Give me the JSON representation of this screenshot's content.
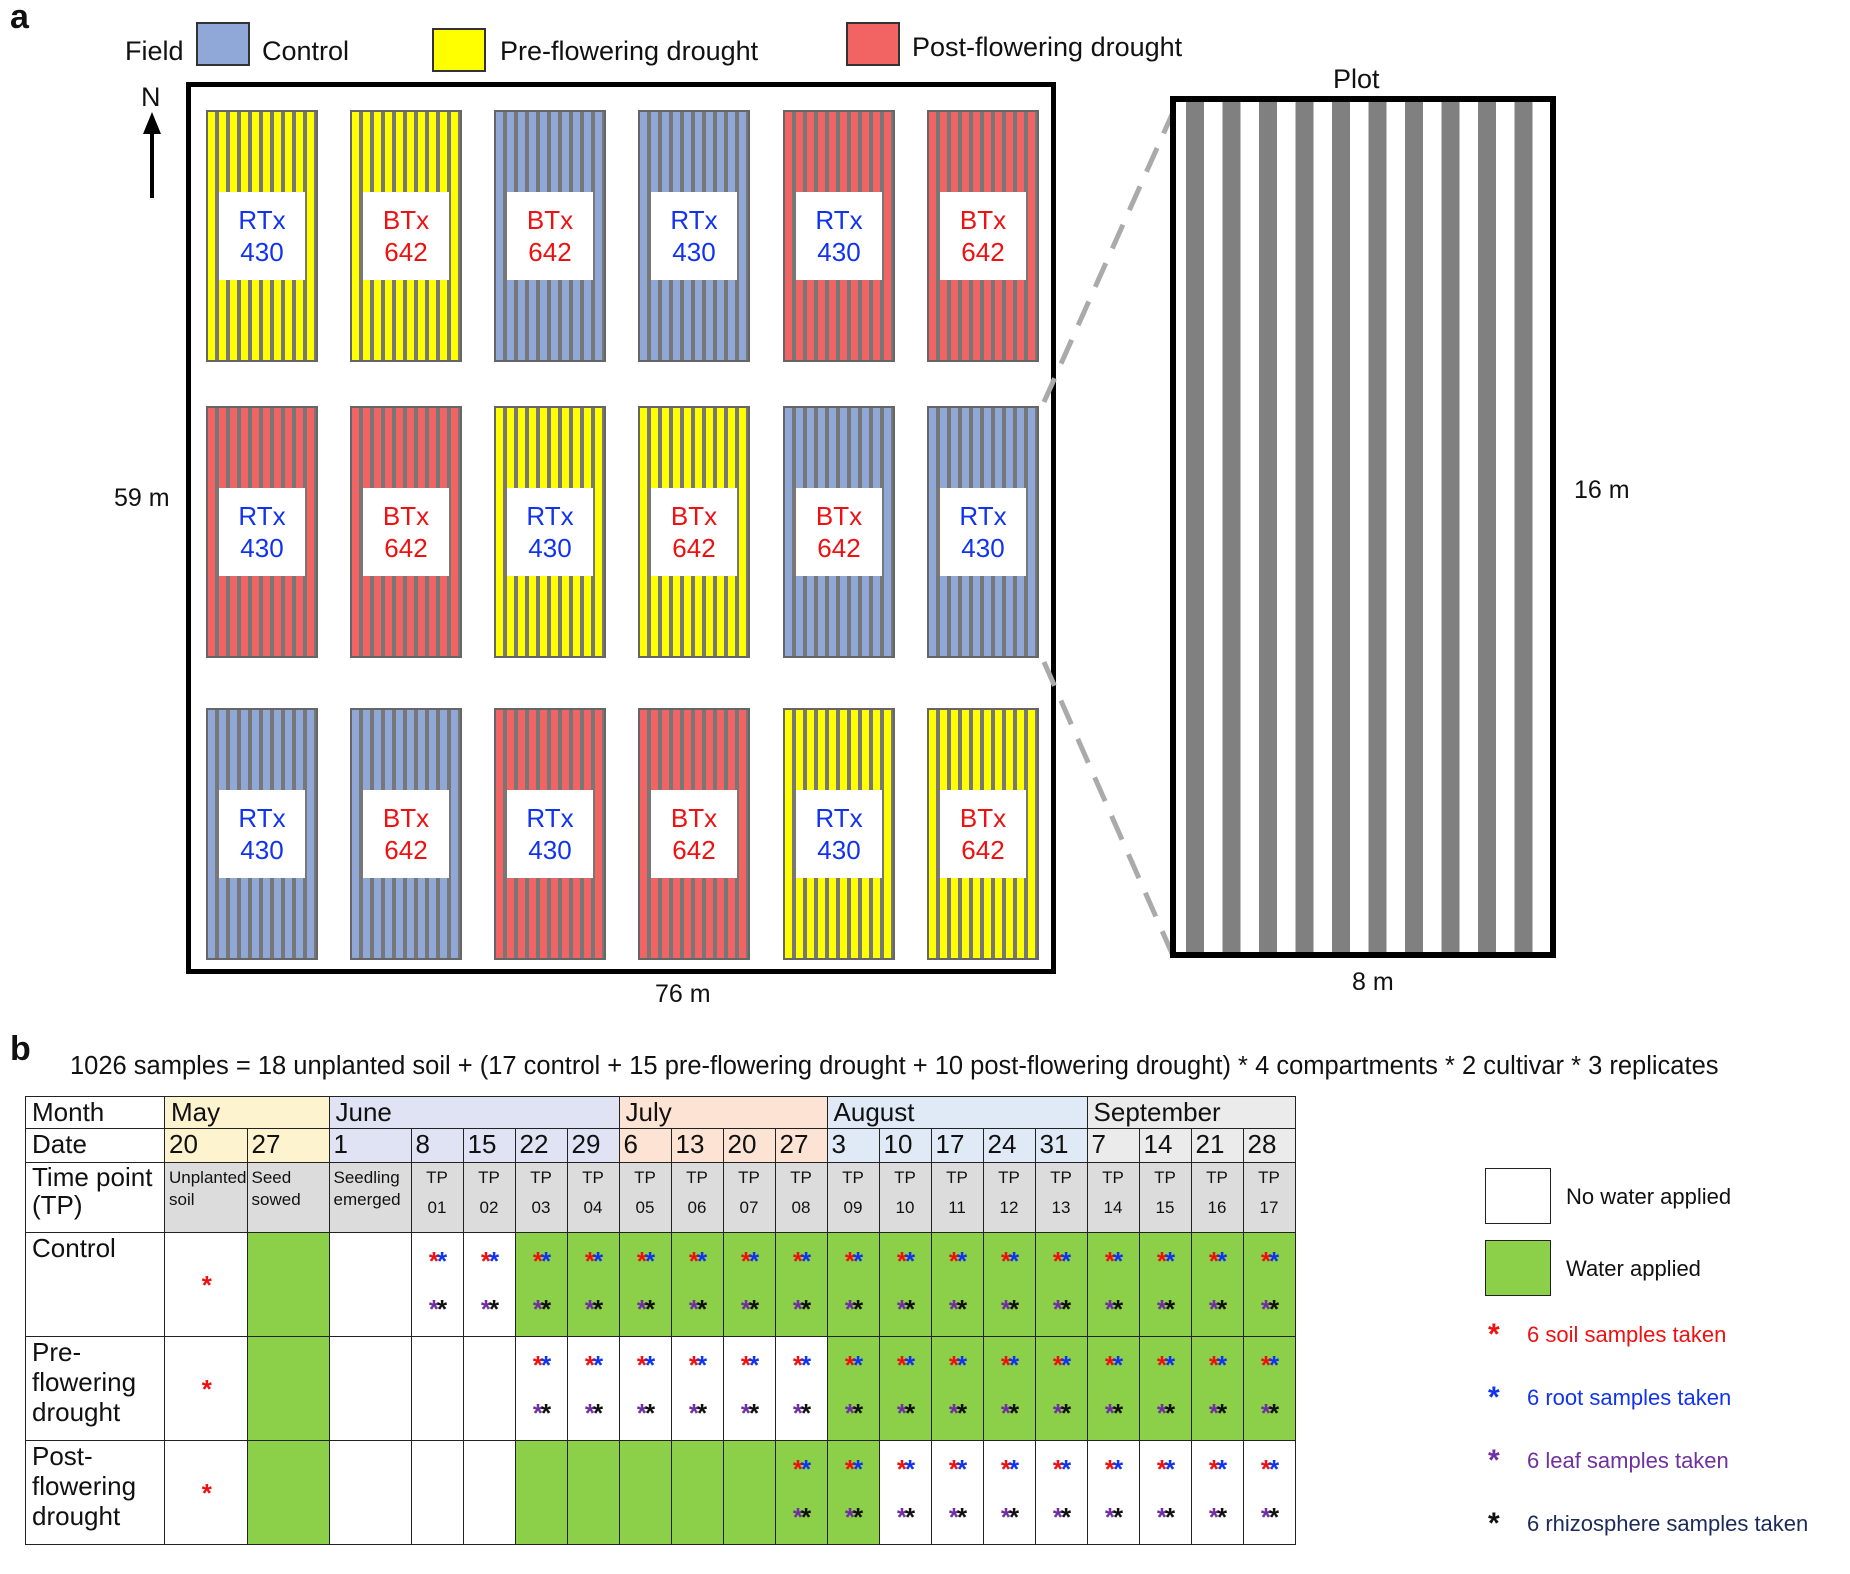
{
  "panel_a": {
    "letter": "a",
    "field_label": "Field",
    "legend": [
      {
        "label": "Control",
        "color": "#8fa8d8"
      },
      {
        "label": "Pre-flowering drought",
        "color": "#ffff00"
      },
      {
        "label": "Post-flowering drought",
        "color": "#f26464"
      }
    ],
    "north": "N",
    "height_label": "59 m",
    "width_label": "76 m",
    "plot_title": "Plot",
    "plot_height_label": "16 m",
    "plot_width_label": "8 m",
    "rows": [
      [
        {
          "cv": "RTx",
          "num": "430",
          "trt": "pre"
        },
        {
          "cv": "BTx",
          "num": "642",
          "trt": "pre"
        },
        {
          "cv": "BTx",
          "num": "642",
          "trt": "control"
        },
        {
          "cv": "RTx",
          "num": "430",
          "trt": "control"
        },
        {
          "cv": "RTx",
          "num": "430",
          "trt": "post"
        },
        {
          "cv": "BTx",
          "num": "642",
          "trt": "post"
        }
      ],
      [
        {
          "cv": "RTx",
          "num": "430",
          "trt": "post"
        },
        {
          "cv": "BTx",
          "num": "642",
          "trt": "post"
        },
        {
          "cv": "RTx",
          "num": "430",
          "trt": "pre"
        },
        {
          "cv": "BTx",
          "num": "642",
          "trt": "pre"
        },
        {
          "cv": "BTx",
          "num": "642",
          "trt": "control"
        },
        {
          "cv": "RTx",
          "num": "430",
          "trt": "control"
        }
      ],
      [
        {
          "cv": "RTx",
          "num": "430",
          "trt": "control"
        },
        {
          "cv": "BTx",
          "num": "642",
          "trt": "control"
        },
        {
          "cv": "RTx",
          "num": "430",
          "trt": "post"
        },
        {
          "cv": "BTx",
          "num": "642",
          "trt": "post"
        },
        {
          "cv": "RTx",
          "num": "430",
          "trt": "pre"
        },
        {
          "cv": "BTx",
          "num": "642",
          "trt": "pre"
        }
      ]
    ]
  },
  "panel_b": {
    "letter": "b",
    "formula": "1026 samples = 18 unplanted soil + (17 control + 15 pre-flowering drought + 10 post-flowering drought) * 4 compartments * 2 cultivar * 3 replicates",
    "month_header": "Month",
    "date_header": "Date",
    "tp_header_1": "Time point",
    "tp_header_2": "(TP)",
    "months": [
      {
        "name": "May",
        "span": 2,
        "color": "#fdf3cf"
      },
      {
        "name": "June",
        "span": 5,
        "color": "#dfe3f3"
      },
      {
        "name": "July",
        "span": 4,
        "color": "#fde3d3"
      },
      {
        "name": "August",
        "span": 5,
        "color": "#dfeaf6"
      },
      {
        "name": "September",
        "span": 4,
        "color": "#ebebeb"
      }
    ],
    "dates": [
      "20",
      "27",
      "1",
      "8",
      "15",
      "22",
      "29",
      "6",
      "13",
      "20",
      "27",
      "3",
      "10",
      "17",
      "24",
      "31",
      "7",
      "14",
      "21",
      "28"
    ],
    "timepoints": [
      {
        "a": "Unplanted",
        "b": "soil"
      },
      {
        "a": "Seed",
        "b": "sowed"
      },
      {
        "a": "Seedling",
        "b": "emerged"
      },
      {
        "a": "TP",
        "b": "01"
      },
      {
        "a": "TP",
        "b": "02"
      },
      {
        "a": "TP",
        "b": "03"
      },
      {
        "a": "TP",
        "b": "04"
      },
      {
        "a": "TP",
        "b": "05"
      },
      {
        "a": "TP",
        "b": "06"
      },
      {
        "a": "TP",
        "b": "07"
      },
      {
        "a": "TP",
        "b": "08"
      },
      {
        "a": "TP",
        "b": "09"
      },
      {
        "a": "TP",
        "b": "10"
      },
      {
        "a": "TP",
        "b": "11"
      },
      {
        "a": "TP",
        "b": "12"
      },
      {
        "a": "TP",
        "b": "13"
      },
      {
        "a": "TP",
        "b": "14"
      },
      {
        "a": "TP",
        "b": "15"
      },
      {
        "a": "TP",
        "b": "16"
      },
      {
        "a": "TP",
        "b": "17"
      }
    ],
    "treatments": [
      {
        "label": [
          "Control"
        ],
        "water": [
          0,
          1,
          0,
          0,
          0,
          1,
          1,
          1,
          1,
          1,
          1,
          1,
          1,
          1,
          1,
          1,
          1,
          1,
          1,
          1
        ],
        "samples": [
          1,
          0,
          0,
          1,
          1,
          1,
          1,
          1,
          1,
          1,
          1,
          1,
          1,
          1,
          1,
          1,
          1,
          1,
          1,
          1
        ]
      },
      {
        "label": [
          "Pre-",
          "flowering",
          "drought"
        ],
        "water": [
          0,
          1,
          0,
          0,
          0,
          0,
          0,
          0,
          0,
          0,
          0,
          1,
          1,
          1,
          1,
          1,
          1,
          1,
          1,
          1
        ],
        "samples": [
          1,
          0,
          0,
          0,
          0,
          1,
          1,
          1,
          1,
          1,
          1,
          1,
          1,
          1,
          1,
          1,
          1,
          1,
          1,
          1
        ]
      },
      {
        "label": [
          "Post-",
          "flowering",
          "drought"
        ],
        "water": [
          0,
          1,
          0,
          0,
          0,
          1,
          1,
          1,
          1,
          1,
          1,
          1,
          0,
          0,
          0,
          0,
          0,
          0,
          0,
          0
        ],
        "samples": [
          1,
          0,
          0,
          0,
          0,
          0,
          0,
          0,
          0,
          0,
          1,
          1,
          1,
          1,
          1,
          1,
          1,
          1,
          1,
          1
        ]
      }
    ],
    "legend": {
      "no_water": "No water applied",
      "water": "Water applied",
      "soil": "6 soil samples taken",
      "root": "6 root samples taken",
      "leaf": "6 leaf samples taken",
      "rhizo": "6 rhizosphere samples taken"
    },
    "colors": {
      "water": "#8ccf48",
      "header_grey": "#dcdcdc",
      "soil": "#ee1111",
      "root": "#1133ee",
      "leaf": "#7030a0",
      "rhizo": "#111111",
      "rhizo_text": "#1a2a5a"
    }
  }
}
